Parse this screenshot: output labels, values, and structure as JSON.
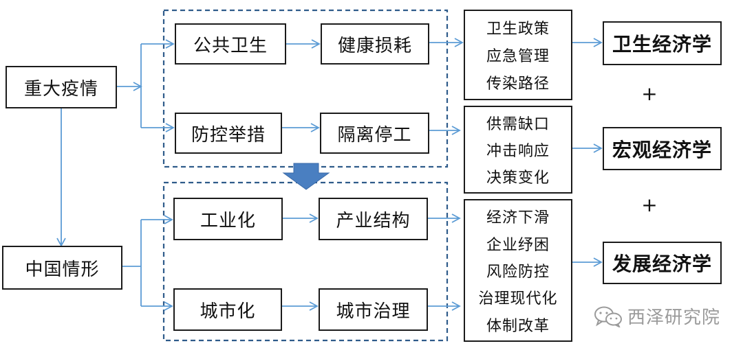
{
  "left": {
    "top": "重大疫情",
    "bottom": "中国情形"
  },
  "stage1": {
    "a": "公共卫生",
    "b": "健康损耗",
    "c": "防控举措",
    "d": "隔离停工"
  },
  "stage2": {
    "a": "工业化",
    "b": "产业结构",
    "c": "城市化",
    "d": "城市治理"
  },
  "lists": {
    "health": [
      "卫生政策",
      "应急管理",
      "传染路径"
    ],
    "macro": [
      "供需缺口",
      "冲击响应",
      "决策变化"
    ],
    "dev": [
      "经济下滑",
      "企业纾困",
      "风险防控",
      "治理现代化",
      "体制改革"
    ]
  },
  "fields": {
    "health": "卫生经济学",
    "macro": "宏观经济学",
    "dev": "发展经济学",
    "plus1": "+",
    "plus2": "+"
  },
  "watermark": {
    "text": "西泽研究院",
    "icon": "wechat-icon"
  },
  "colors": {
    "arrow": "#5b9bd5",
    "dashed": "#2e5b8a",
    "big_arrow": "#4a7fc1"
  }
}
